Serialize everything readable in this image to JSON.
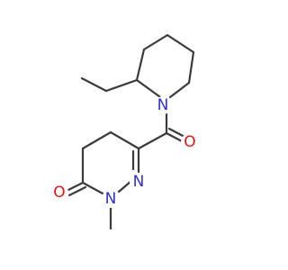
{
  "molecule": {
    "colors": {
      "bond": "#3a3a3a",
      "nitrogen": "#2f2fd8",
      "oxygen": "#e01414",
      "background": "#ffffff"
    },
    "atoms": {
      "ring_oxygen": "O",
      "acyl_oxygen": "O",
      "piperidine_nitrogen": "N",
      "hydrazone_nitrogen": "N",
      "amide_nitrogen": "N"
    }
  }
}
